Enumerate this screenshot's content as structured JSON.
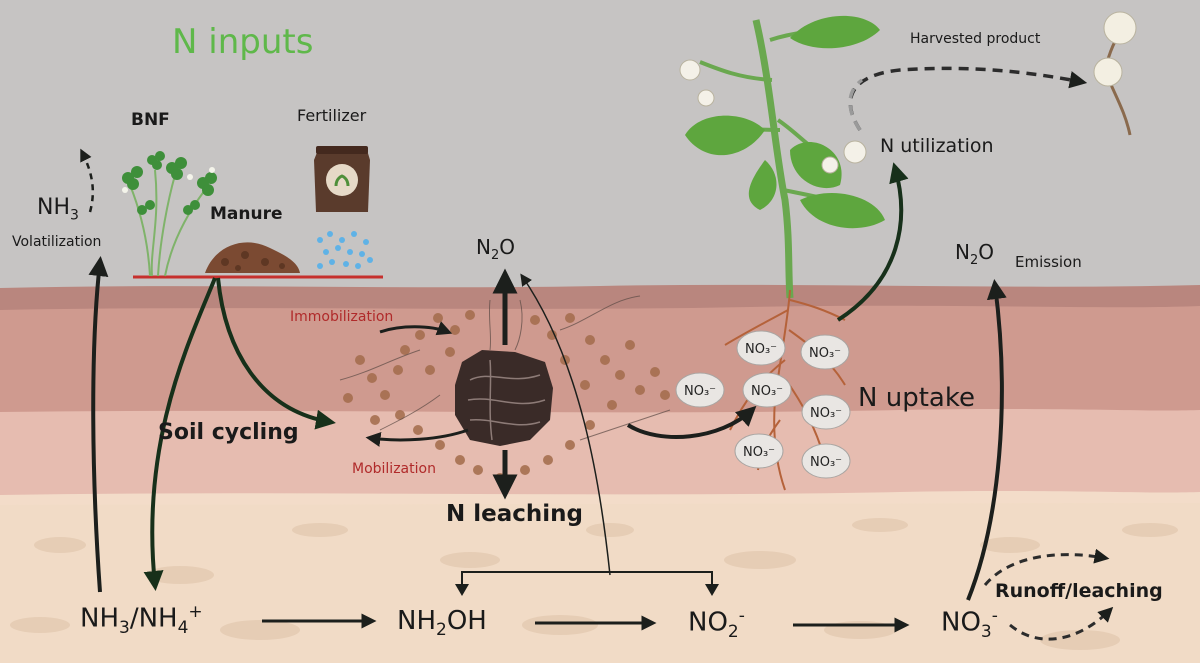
{
  "title": "N inputs",
  "inputs": {
    "bnf": "BNF",
    "fertilizer": "Fertilizer",
    "manure": "Manure"
  },
  "gases": {
    "nh3": "NH",
    "nh3_sub": "3",
    "volatilization": "Volatilization",
    "n2o_center": "N",
    "n2o_center_sub": "2",
    "n2o_center_tail": "O",
    "n2o_right": "N",
    "n2o_right_sub": "2",
    "n2o_right_tail": "O",
    "emission": "Emission"
  },
  "processes": {
    "immobilization": "Immobilization",
    "mobilization": "Mobilization",
    "soil_cycling": "Soil cycling",
    "n_leaching": "N leaching",
    "n_uptake": "N uptake",
    "n_utilization": "N utilization",
    "harvested_product": "Harvested product",
    "runoff_leaching": "Runoff/leaching"
  },
  "chain": {
    "nh3_nh4_a": "NH",
    "nh3_nh4_b": "3",
    "nh3_nh4_c": "/NH",
    "nh3_nh4_d": "4",
    "nh3_nh4_e": "+",
    "nh2oh_a": "NH",
    "nh2oh_b": "2",
    "nh2oh_c": "OH",
    "no2_a": "NO",
    "no2_b": "2",
    "no2_c": "-",
    "no3_a": "NO",
    "no3_b": "3",
    "no3_c": "-"
  },
  "nitrate_label": "NO3-",
  "colors": {
    "sky": "#c5c3c2",
    "topsoil": "#c98f86",
    "midsoil": "#e2b5ab",
    "subsoil": "#f1d9c8",
    "title_green": "#5fb84a",
    "process_red": "#b02a2a",
    "arrow_dark": "#1c1f1c",
    "arrow_green": "#17301a"
  }
}
